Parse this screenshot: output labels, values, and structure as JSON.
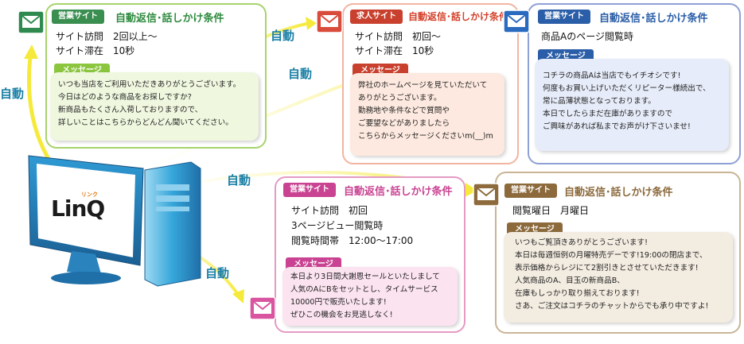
{
  "labels": {
    "auto": "自動"
  },
  "colors": {
    "green": "#8cc63f",
    "pink": "#f2b5a0",
    "blue": "#7b8fc7",
    "brown": "#c4ad8f",
    "magenta": "#e36db0"
  },
  "logo": {
    "text_main": "LinQ",
    "text_ruby": "リンク"
  },
  "panels": {
    "p1": {
      "tag": "営業サイト",
      "title": "自動返信･話しかけ条件",
      "lines": [
        "サイト訪問　2回以上～",
        "サイト滞在　10秒"
      ],
      "msg_tag": "メッセージ",
      "message": [
        "いつも当店をご利用いただきありがとうございます。",
        "今日はどのような商品をお探しですか?",
        "新商品もたくさん入荷しておりますので、",
        "詳しいことはこちらからどんどん聞いてください。"
      ]
    },
    "p2": {
      "tag": "求人サイト",
      "title": "自動返信･話しかけ条件",
      "lines": [
        "サイト訪問　初回～",
        "サイト滞在　10秒"
      ],
      "msg_tag": "メッセージ",
      "message": [
        "弊社のホームページを見ていただいて",
        "ありがとうございます。",
        "勤務地や条件などで質問や",
        "ご要望などがありましたら",
        "こちらからメッセージくださいm(__)m"
      ]
    },
    "p3": {
      "tag": "営業サイト",
      "title": "自動返信･話しかけ条件",
      "lines": [
        "商品Aのページ閲覧時"
      ],
      "msg_tag": "メッセージ",
      "message": [
        "コチラの商品Aは当店でもイチオシです!",
        "何度もお買い上げいただくリピーター様続出で、",
        "常に品薄状態となっております。",
        "本日でしたらまだ在庫がありますので",
        "ご興味があれば私までお声がけ下さいませ!"
      ]
    },
    "p4": {
      "tag": "営業サイト",
      "title": "自動返信･話しかけ条件",
      "lines": [
        "サイト訪問　初回",
        "3ページビュー閲覧時",
        "閲覧時間帯　12:00～17:00"
      ],
      "msg_tag": "メッセージ",
      "message": [
        "本日より3日間大謝恩セールといたしまして",
        "人気のAにBをセットとし、タイムサービス",
        "10000円で販売いたします!",
        "ぜひこの機会をお見逃しなく!"
      ]
    },
    "p5": {
      "tag": "営業サイト",
      "title": "自動返信･話しかけ条件",
      "lines": [
        "閲覧曜日　月曜日"
      ],
      "msg_tag": "メッセージ",
      "message": [
        "いつもご覧頂きありがとうございます!",
        "本日は毎週恒例の月曜特売デーです!19:00の閉店まで、",
        "表示価格からレジにて2割引きとさせていただきます!",
        "人気商品のA、目玉の新商品B、",
        "在庫もしっかり取り揃えております!",
        "さあ、ご注文はコチラのチャットからでも承り中ですよ!"
      ]
    }
  }
}
